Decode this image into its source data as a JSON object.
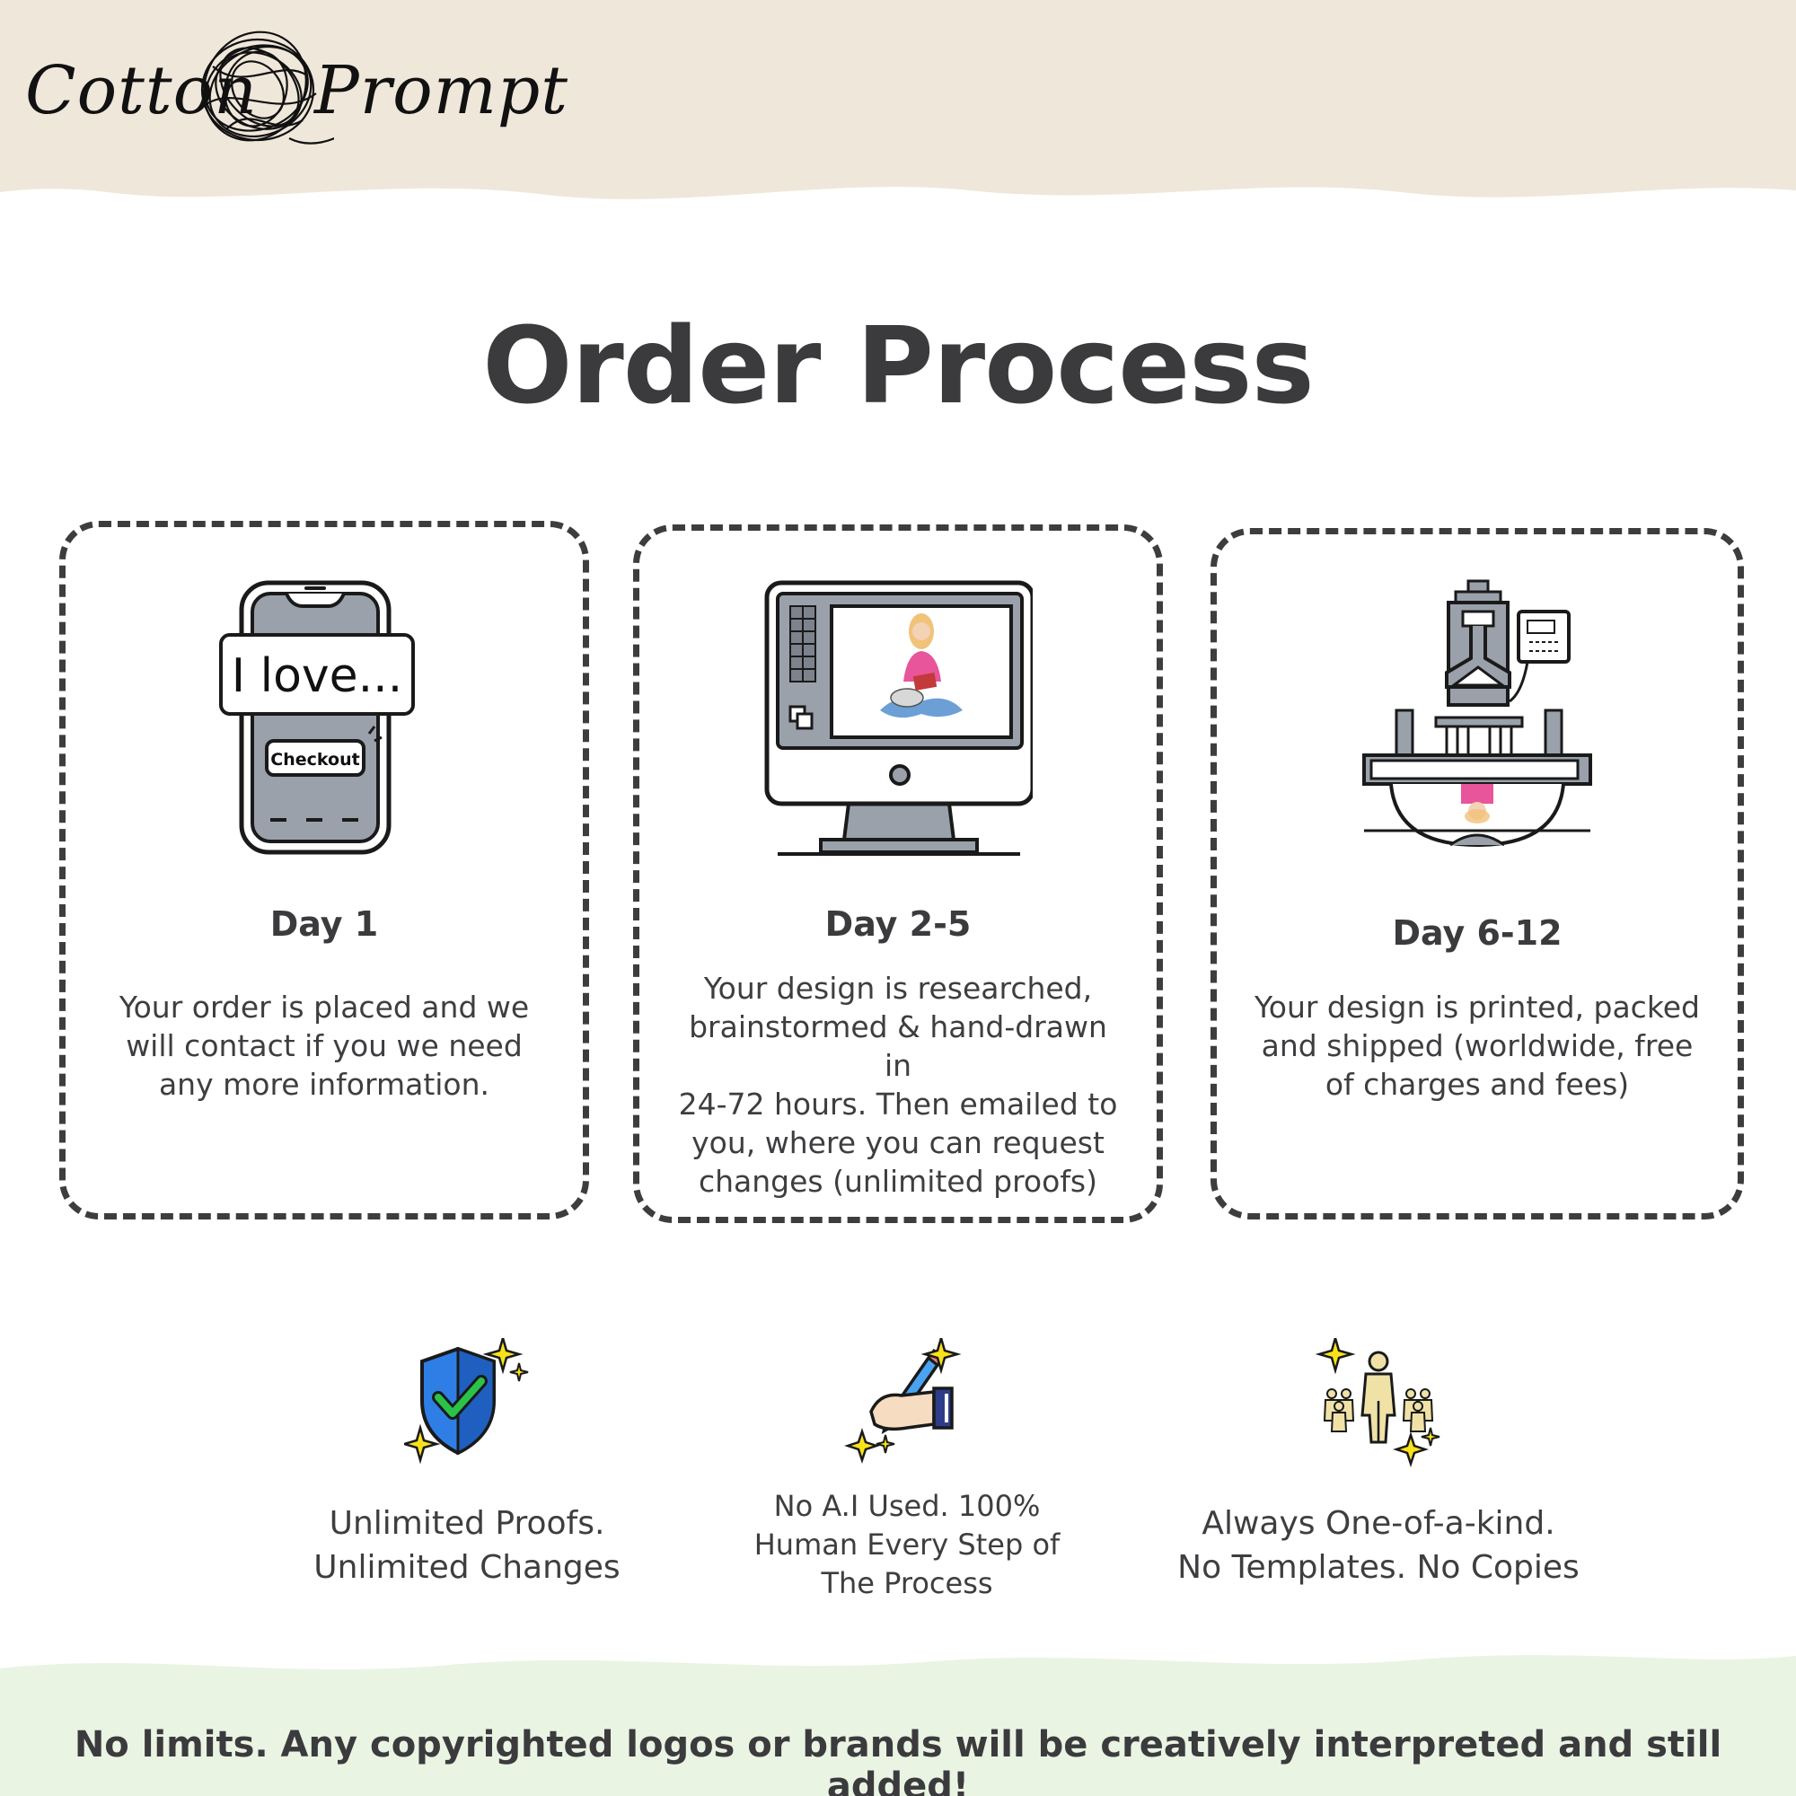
{
  "brand": {
    "word_left": "Cotton",
    "word_right": "Prompt",
    "mark_icon": "yarn-scribble-icon"
  },
  "colors": {
    "top_band": "#efe7da",
    "bottom_band": "#eaf4e3",
    "ink": "#3d3d40",
    "device_gray": "#9aa1ab",
    "sparkle": "#f7e21b",
    "shield": "#2f7ee6",
    "check": "#2bc24a"
  },
  "title": "Order Process",
  "steps": [
    {
      "icon": "smartphone-checkout-icon",
      "phone_banner": "I love...",
      "phone_button": "Checkout",
      "day": "Day 1",
      "lines": [
        "Your order is placed and we",
        "will contact if you we need",
        "any more information."
      ]
    },
    {
      "icon": "desktop-monitor-icon",
      "day": "Day 2-5",
      "lines": [
        "Your design is researched,",
        "brainstormed & hand-drawn in",
        "24-72 hours. Then emailed to",
        "you, where you can request",
        "changes (unlimited proofs)"
      ]
    },
    {
      "icon": "heat-press-icon",
      "day": "Day 6-12",
      "lines": [
        "Your design is printed, packed",
        "and shipped (worldwide, free",
        "of charges and fees)"
      ]
    }
  ],
  "features": [
    {
      "icon": "shield-check-icon",
      "lines": [
        "Unlimited Proofs.",
        "Unlimited Changes"
      ]
    },
    {
      "icon": "hand-pencil-icon",
      "lines": [
        "No A.I Used. 100%",
        "Human Every Step of",
        "The Process"
      ]
    },
    {
      "icon": "unique-person-icon",
      "lines": [
        "Always One-of-a-kind.",
        "No Templates. No Copies"
      ]
    }
  ],
  "footer_note": "No limits. Any copyrighted logos or brands will be creatively interpreted and still added!"
}
